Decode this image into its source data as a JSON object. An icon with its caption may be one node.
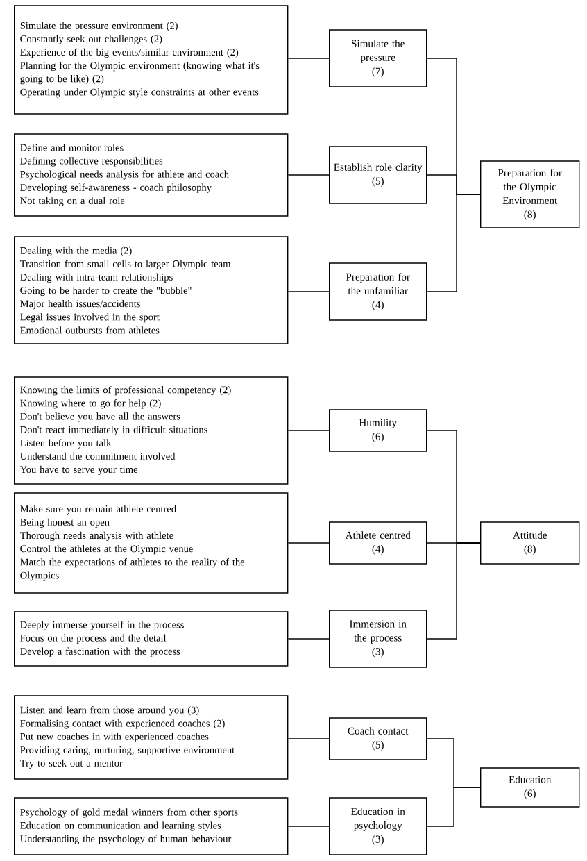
{
  "diagram": {
    "nodes": [
      {
        "text": [
          "Simulate the pressure environment (2)",
          "Constantly seek out challenges (2)",
          "Experience of the big events/similar environment (2)",
          "Planning for the Olympic environment (knowing what it's going to be like) (2)",
          "Operating under Olympic style constraints at other events"
        ]
      },
      {
        "text": [
          "Simulate the pressure",
          "(7)"
        ]
      },
      {
        "text": [
          "Preparation for the Olympic Environment",
          "(8)"
        ]
      },
      {
        "text": [
          "Define and monitor roles",
          "Defining collective responsibilities",
          "Psychological needs analysis for athlete and coach",
          "Developing self-awareness - coach philosophy",
          "Not taking on a dual role"
        ]
      },
      {
        "text": [
          "Establish role clarity",
          "(5)"
        ]
      },
      {
        "text": [
          "Dealing with the media (2)",
          "Transition from small cells to larger Olympic team",
          "Dealing with intra-team relationships",
          "Going to be harder to create the \"bubble\"",
          "Major health issues/accidents",
          "Legal issues involved in the sport",
          "Emotional outbursts from athletes"
        ]
      },
      {
        "text": [
          "Preparation for the unfamiliar",
          "(4)"
        ]
      },
      {
        "text": [
          "Knowing the limits of professional competency (2)",
          "Knowing where to go for help (2)",
          "Don't believe you have all the answers",
          "Don't react immediately in difficult situations",
          "Listen before you talk",
          "Understand the commitment involved",
          "You have to serve your time"
        ]
      },
      {
        "text": [
          "Humility",
          "(6)"
        ]
      },
      {
        "text": [
          "Make sure you remain athlete centred",
          "Being honest an open",
          "Thorough needs analysis with athlete",
          "Control the athletes at the Olympic venue",
          "Match the expectations of athletes to the reality of the Olympics"
        ]
      },
      {
        "text": [
          "Athlete centred",
          "(4)"
        ]
      },
      {
        "text": [
          "Attitude",
          "(8)"
        ]
      },
      {
        "text": [
          "Deeply immerse yourself in the process",
          "Focus on the process and the detail",
          "Develop a fascination with the process"
        ]
      },
      {
        "text": [
          "Immersion in the process",
          "(3)"
        ]
      },
      {
        "text": [
          "Listen and learn from those around you (3)",
          "Formalising contact with experienced coaches (2)",
          "Put new coaches in with experienced coaches",
          "Providing caring, nurturing, supportive environment",
          "Try to seek out a mentor"
        ]
      },
      {
        "text": [
          "Coach contact",
          "(5)"
        ]
      },
      {
        "text": [
          "Education",
          "(6)"
        ]
      },
      {
        "text": [
          "Psychology of gold medal winners from other sports",
          "Education on communication and learning styles",
          "Understanding the psychology of human behaviour"
        ]
      },
      {
        "text": [
          "Education in psychology",
          "(3)"
        ]
      }
    ],
    "edges": [
      {
        "from": 0,
        "to": 1,
        "arrow": "none"
      },
      {
        "from": 1,
        "to": 2,
        "arrow": "none"
      },
      {
        "from": 3,
        "to": 4,
        "arrow": "none"
      },
      {
        "from": 4,
        "to": 2,
        "arrow": "none"
      },
      {
        "from": 5,
        "to": 6,
        "arrow": "none"
      },
      {
        "from": 6,
        "to": 2,
        "arrow": "none"
      },
      {
        "from": 7,
        "to": 8,
        "arrow": "none"
      },
      {
        "from": 8,
        "to": 11,
        "arrow": "none"
      },
      {
        "from": 9,
        "to": 10,
        "arrow": "none"
      },
      {
        "from": 10,
        "to": 11,
        "arrow": "none"
      },
      {
        "from": 12,
        "to": 13,
        "arrow": "none"
      },
      {
        "from": 13,
        "to": 11,
        "arrow": "none"
      },
      {
        "from": 14,
        "to": 15,
        "arrow": "none"
      },
      {
        "from": 15,
        "to": 16,
        "arrow": "none"
      },
      {
        "from": 17,
        "to": 18,
        "arrow": "none"
      },
      {
        "from": 18,
        "to": 16,
        "arrow": "none"
      }
    ]
  }
}
